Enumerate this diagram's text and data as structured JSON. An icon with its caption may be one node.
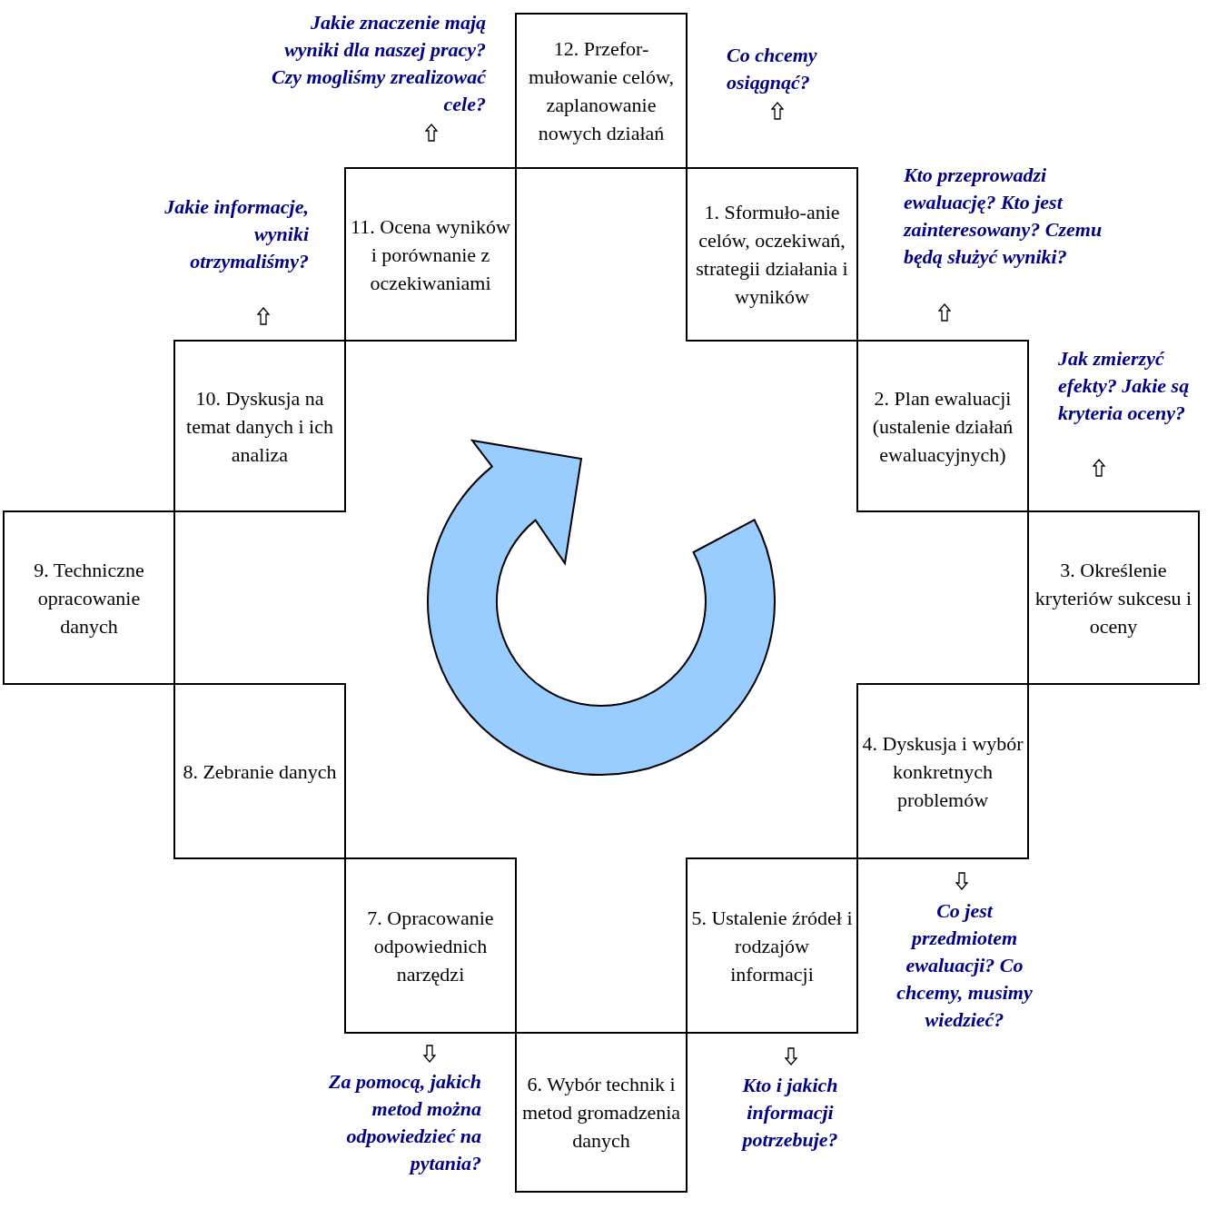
{
  "diagram": {
    "nodes": [
      {
        "text": [
          "1. Sformuło-anie celów, oczekiwań, strategii działania i wyników"
        ]
      },
      {
        "text": [
          "2. Plan ewaluacji (ustalenie działań ewaluacyjnych)"
        ]
      },
      {
        "text": [
          "3. Określenie kryteriów sukcesu i oceny"
        ]
      },
      {
        "text": [
          "4. Dyskusja i wybór konkretnych problemów"
        ]
      },
      {
        "text": [
          "5. Ustalenie źródeł i rodzajów informacji"
        ]
      },
      {
        "text": [
          "6. Wybór technik i metod gromadzenia danych"
        ]
      },
      {
        "text": [
          "7. Opracowanie odpowiednich narzędzi"
        ]
      },
      {
        "text": [
          "8. Zebranie danych"
        ]
      },
      {
        "text": [
          "9. Techniczne opracowanie danych"
        ]
      },
      {
        "text": [
          "10. Dyskusja na temat danych i ich analiza"
        ]
      },
      {
        "text": [
          "11. Ocena wyników i porównanie z oczekiwaniami"
        ]
      },
      {
        "text": [
          "12. Przefor-mułowanie celów, zaplanowanie nowych działań"
        ]
      }
    ],
    "labels": [
      "Jakie znaczenie mają wyniki dla naszej pracy? Czy mogliśmy zrealizować cele?",
      "Co chcemy osiągnąć?",
      "Kto przeprowadzi ewaluację? Kto jest zainteresowany? Czemu będą służyć wyniki?",
      "Jakie informacje, wyniki otrzymaliśmy?",
      "Jak zmierzyć efekty? Jakie są kryteria oceny?",
      "Co jest przedmiotem ewaluacji? Co chcemy, musimy wiedzieć?",
      "Za pomocą, jakich metod można odpowiedzieć na pytania?",
      "Kto i jakich informacji potrzebuje?"
    ]
  }
}
